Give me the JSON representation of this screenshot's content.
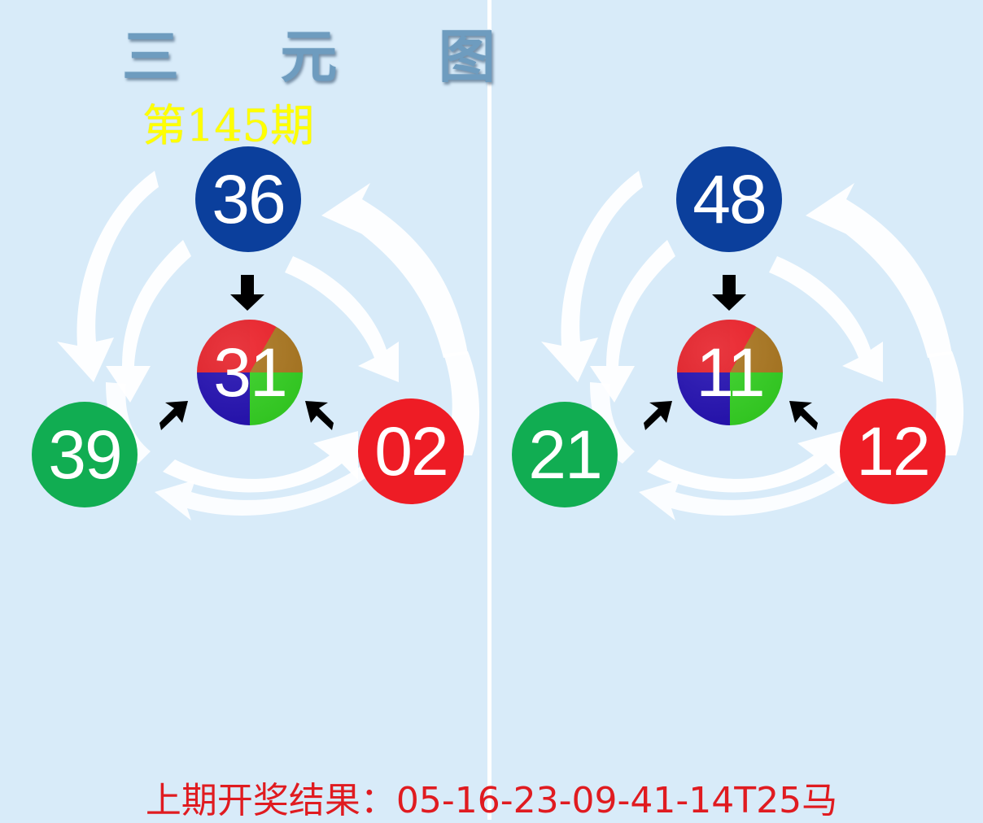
{
  "title": "三 元 图",
  "issue": "第145期",
  "left": {
    "top": "36",
    "center": "31",
    "left": "39",
    "right": "02"
  },
  "right": {
    "top": "48",
    "center": "11",
    "left": "21",
    "right": "12"
  },
  "footer": "上期开奖结果：05-16-23-09-41-14T25马",
  "colors": {
    "background": "#d8ebf9",
    "blue": "#0b3f9c",
    "green": "#11ad52",
    "red": "#ee1c25",
    "title": "#6e9cbf",
    "issue": "#ffff00",
    "footer": "#e01b20"
  }
}
